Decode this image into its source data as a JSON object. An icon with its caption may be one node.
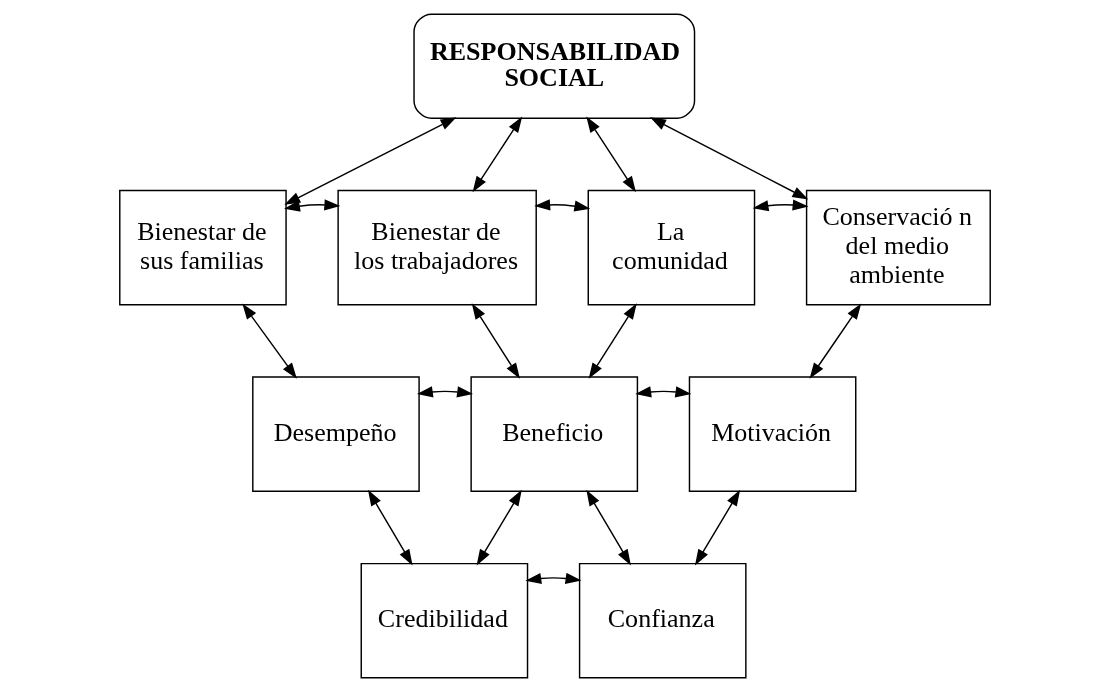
{
  "diagram": {
    "nodes": [
      {
        "text": [
          "RESPONSABILIDAD SOCIAL"
        ]
      },
      {
        "text": [
          "Bienestar de sus familias"
        ]
      },
      {
        "text": [
          "Bienestar de los trabajadores"
        ]
      },
      {
        "text": [
          "La comunidad"
        ]
      },
      {
        "text": [
          "Conservació n del medio ambiente"
        ]
      },
      {
        "text": [
          "Desempeño"
        ]
      },
      {
        "text": [
          "Beneficio"
        ]
      },
      {
        "text": [
          "Motivación"
        ]
      },
      {
        "text": [
          "Credibilidad"
        ]
      },
      {
        "text": [
          "Confianza"
        ]
      }
    ],
    "edges": [
      {
        "from": 0,
        "to": 1,
        "arrow": "both"
      },
      {
        "from": 0,
        "to": 2,
        "arrow": "both"
      },
      {
        "from": 0,
        "to": 3,
        "arrow": "both"
      },
      {
        "from": 0,
        "to": 4,
        "arrow": "both"
      },
      {
        "from": 1,
        "to": 2,
        "arrow": "both"
      },
      {
        "from": 2,
        "to": 3,
        "arrow": "both"
      },
      {
        "from": 3,
        "to": 4,
        "arrow": "both"
      },
      {
        "from": 1,
        "to": 5,
        "arrow": "both"
      },
      {
        "from": 2,
        "to": 6,
        "arrow": "both"
      },
      {
        "from": 3,
        "to": 6,
        "arrow": "both"
      },
      {
        "from": 4,
        "to": 7,
        "arrow": "both"
      },
      {
        "from": 5,
        "to": 6,
        "arrow": "both"
      },
      {
        "from": 6,
        "to": 7,
        "arrow": "both"
      },
      {
        "from": 6,
        "to": 8,
        "arrow": "both"
      },
      {
        "from": 6,
        "to": 9,
        "arrow": "both"
      },
      {
        "from": 5,
        "to": 8,
        "arrow": "both"
      },
      {
        "from": 8,
        "to": 9,
        "arrow": "both"
      },
      {
        "from": 7,
        "to": 9,
        "arrow": "both"
      }
    ]
  }
}
